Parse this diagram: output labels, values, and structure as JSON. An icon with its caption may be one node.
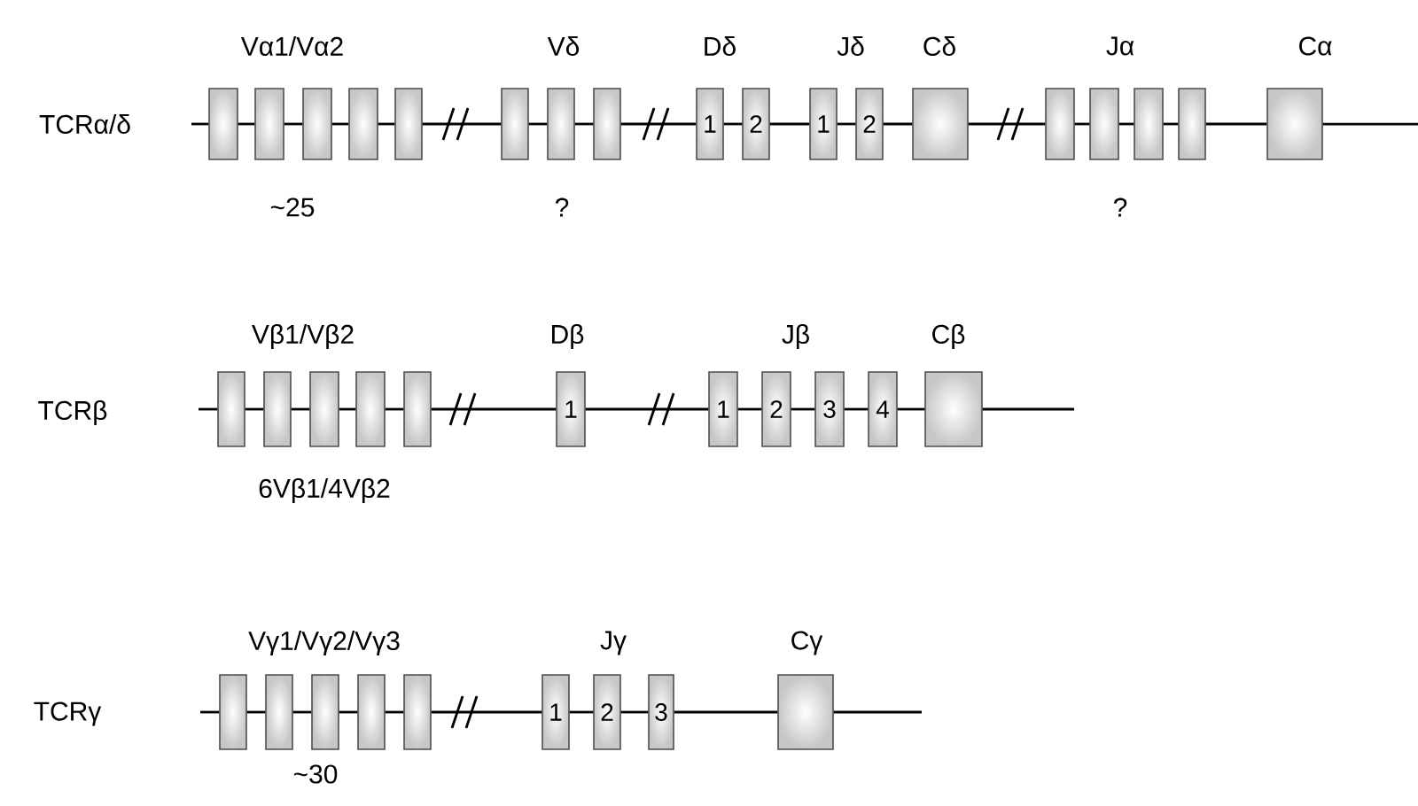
{
  "diagram": {
    "nodes": [
      {
        "text": [],
        "shape": "box"
      },
      {
        "text": [],
        "shape": "box"
      },
      {
        "text": [],
        "shape": "box"
      },
      {
        "text": [],
        "shape": "box"
      },
      {
        "text": [],
        "shape": "box"
      },
      {
        "text": [],
        "shape": "box"
      },
      {
        "text": [],
        "shape": "box"
      },
      {
        "text": [],
        "shape": "box"
      },
      {
        "text": [
          "1"
        ]
      },
      {
        "text": [
          "2"
        ]
      },
      {
        "text": [
          "1"
        ]
      },
      {
        "text": [
          "2"
        ]
      },
      {
        "text": [],
        "shape": "box"
      },
      {
        "text": [],
        "shape": "box"
      },
      {
        "text": [],
        "shape": "box"
      },
      {
        "text": [],
        "shape": "box"
      },
      {
        "text": [],
        "shape": "box"
      },
      {
        "text": [],
        "shape": "box"
      },
      {
        "text": [],
        "shape": "box"
      },
      {
        "text": [],
        "shape": "box"
      },
      {
        "text": [],
        "shape": "box"
      },
      {
        "text": [],
        "shape": "box"
      },
      {
        "text": [],
        "shape": "box"
      },
      {
        "text": [
          "1"
        ]
      },
      {
        "text": [
          "1"
        ]
      },
      {
        "text": [
          "2"
        ]
      },
      {
        "text": [
          "3"
        ]
      },
      {
        "text": [
          "4"
        ]
      },
      {
        "text": [],
        "shape": "box"
      },
      {
        "text": [],
        "shape": "box"
      },
      {
        "text": [],
        "shape": "box"
      },
      {
        "text": [],
        "shape": "box"
      },
      {
        "text": [],
        "shape": "box"
      },
      {
        "text": [],
        "shape": "box"
      },
      {
        "text": [
          "1"
        ]
      },
      {
        "text": [
          "2"
        ]
      },
      {
        "text": [
          "3"
        ]
      },
      {
        "text": [],
        "shape": "box"
      }
    ],
    "edges": [
      {
        "from": null,
        "to": 0,
        "arrow": "none"
      },
      {
        "from": 0,
        "to": 1,
        "arrow": "none"
      },
      {
        "from": 1,
        "to": 2,
        "arrow": "none"
      },
      {
        "from": 2,
        "to": 3,
        "arrow": "none"
      },
      {
        "from": 3,
        "to": 4,
        "arrow": "none"
      },
      {
        "from": 4,
        "to": 5,
        "arrow": "none"
      },
      {
        "from": 5,
        "to": 6,
        "arrow": "none"
      },
      {
        "from": 6,
        "to": 7,
        "arrow": "none"
      },
      {
        "from": 7,
        "to": 8,
        "arrow": "none"
      },
      {
        "from": 8,
        "to": 9,
        "arrow": "none"
      },
      {
        "from": 9,
        "to": 10,
        "arrow": "none"
      },
      {
        "from": 10,
        "to": 11,
        "arrow": "none"
      },
      {
        "from": 11,
        "to": 12,
        "arrow": "none"
      },
      {
        "from": 12,
        "to": 13,
        "arrow": "none"
      },
      {
        "from": 13,
        "to": 14,
        "arrow": "none"
      },
      {
        "from": 14,
        "to": 15,
        "arrow": "none"
      },
      {
        "from": 15,
        "to": 16,
        "arrow": "none"
      },
      {
        "from": 16,
        "to": 17,
        "arrow": "none"
      },
      {
        "from": 17,
        "to": null,
        "arrow": "none"
      },
      {
        "from": null,
        "to": 18,
        "arrow": "none"
      },
      {
        "from": 18,
        "to": 19,
        "arrow": "none"
      },
      {
        "from": 19,
        "to": 20,
        "arrow": "none"
      },
      {
        "from": 20,
        "to": 21,
        "arrow": "none"
      },
      {
        "from": 21,
        "to": 22,
        "arrow": "none"
      },
      {
        "from": 22,
        "to": 23,
        "arrow": "none"
      },
      {
        "from": 23,
        "to": 24,
        "arrow": "none"
      },
      {
        "from": 24,
        "to": 25,
        "arrow": "none"
      },
      {
        "from": 25,
        "to": 26,
        "arrow": "none"
      },
      {
        "from": 26,
        "to": 27,
        "arrow": "none"
      },
      {
        "from": 27,
        "to": 28,
        "arrow": "none"
      },
      {
        "from": 28,
        "to": null,
        "arrow": "none"
      },
      {
        "from": null,
        "to": 29,
        "arrow": "none"
      },
      {
        "from": 29,
        "to": 30,
        "arrow": "none"
      },
      {
        "from": 30,
        "to": 31,
        "arrow": "none"
      },
      {
        "from": 31,
        "to": 32,
        "arrow": "none"
      },
      {
        "from": 32,
        "to": 33,
        "arrow": "none"
      },
      {
        "from": 33,
        "to": 34,
        "arrow": "none"
      },
      {
        "from": 34,
        "to": 35,
        "arrow": "none"
      },
      {
        "from": 35,
        "to": 36,
        "arrow": "none"
      },
      {
        "from": 36,
        "to": 37,
        "arrow": "none"
      },
      {
        "from": 37,
        "to": null,
        "arrow": "none"
      }
    ],
    "labels": [
      "Vα1/Vα2",
      "Vδ",
      "Dδ",
      "Jδ",
      "Cδ",
      "Jα",
      "Cα",
      "TCRα/δ",
      "~25",
      "?",
      "?",
      "Vβ1/Vβ2",
      "Dβ",
      "Jβ",
      "Cβ",
      "TCRβ",
      "6Vβ1/4Vβ2",
      "Vγ1/Vγ2/Vγ3",
      "Jγ",
      "Cγ",
      "TCRγ",
      "~30"
    ]
  }
}
